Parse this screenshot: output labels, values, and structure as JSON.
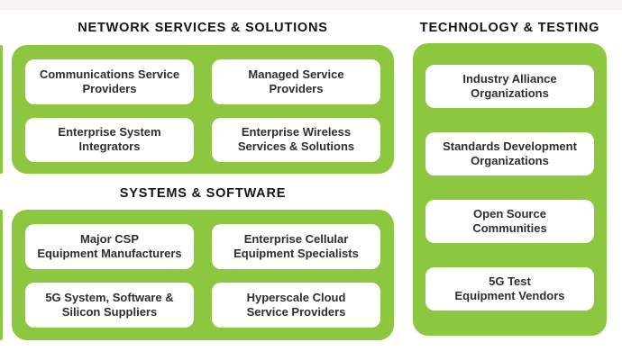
{
  "colors": {
    "green": "#8dc63f",
    "card_bg": "#ffffff",
    "title_text": "#141414",
    "card_text": "#2e2e2e",
    "top_strip": "#f5f4f1"
  },
  "sections": [
    {
      "title": "NETWORK SERVICES & SOLUTIONS",
      "cards": [
        "Communications Service\nProviders",
        "Managed Service\nProviders",
        "Enterprise System\nIntegrators",
        "Enterprise Wireless\nServices & Solutions"
      ]
    },
    {
      "title": "SYSTEMS & SOFTWARE",
      "cards": [
        "Major CSP\nEquipment Manufacturers",
        "Enterprise Cellular\nEquipment Specialists",
        "5G System, Software &\nSilicon Suppliers",
        "Hyperscale Cloud\nService Providers"
      ]
    },
    {
      "title": "TECHNOLOGY & TESTING",
      "cards": [
        "Industry Alliance\nOrganizations",
        "Standards Development\nOrganizations",
        "Open Source\nCommunities",
        "5G Test\nEquipment Vendors"
      ]
    }
  ]
}
